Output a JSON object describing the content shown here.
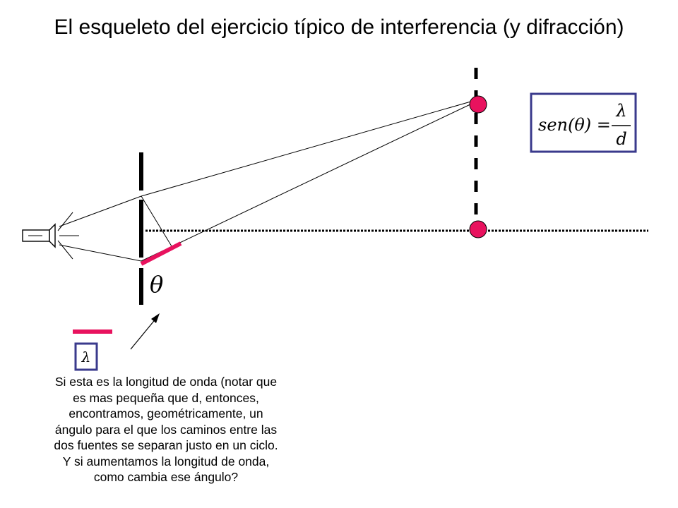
{
  "title": "El esqueleto del ejercicio típico de interferencia (y difracción)",
  "formula": {
    "lhs": "sen(θ) =",
    "numerator": "λ",
    "denominator": "d"
  },
  "theta_label": "θ",
  "lambda_label": "λ",
  "caption_lines": [
    "Si esta es la longitud de onda (notar que",
    "es mas pequeña que d, entonces,",
    "encontramos, geométricamente, un",
    "ángulo para el que los caminos entre las",
    "dos fuentes se separan justo en un ciclo.",
    "Y si aumentamos la longitud de onda,",
    "como cambia ese ángulo?"
  ],
  "colors": {
    "accent": "#e8125e",
    "box_border": "#3a3a8c",
    "ink": "#000000"
  },
  "icons": {
    "source": "flashlight-icon",
    "arrow": "pointer-arrow-icon"
  }
}
